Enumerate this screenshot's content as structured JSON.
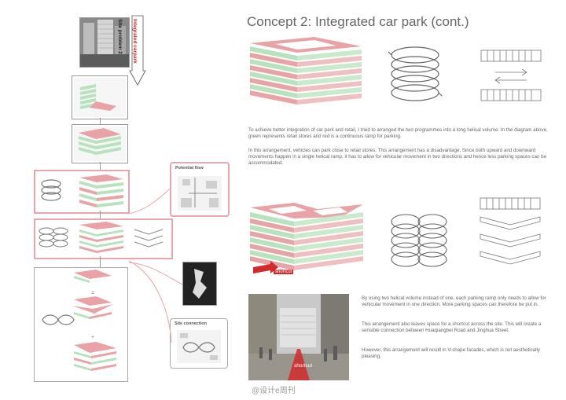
{
  "title": "Concept 2: Integrated car park (cont.)",
  "left_column": {
    "site_label": "Site problem 2",
    "arrow_label": "Integrated carpark",
    "potential_flow_label": "Potential flow",
    "site_connection_label": "Site connection"
  },
  "section1": {
    "p1": "To achieve better integration of car park and retail, I tried to arranged the two programmes into a long helical volume. In the diagram above, green represents retail stores and red is a continuous ramp for parking.",
    "p2": "In this arrangement, vehicles can park close to retail stores. This arrangement has a disadvantage. Since both upward and downward movements happen in a single helical ramp,  it has to allow for vehicular movement in two directions and hence less parking spaces can be accommodated."
  },
  "section2": {
    "shortcut_label": "shortcut",
    "photo_shortcut_label": "shortcut",
    "p1": "By using two helical volume instead of one, each parking ramp only needs to allow for vehicular movement in one direction. More parking spaces can therefore be put in.",
    "p2": "This arrangement also leaves space for a shortcut across the site. This will create a sensible connection between Huaqiangbei Road and Jinghua Street.",
    "p3": "However, this arrangement will result in V-shape facades, which is not aesthetically pleasing."
  },
  "watermark": "@设计e周刊",
  "colors": {
    "retail_green": "#b7e2bd",
    "ramp_red": "#e9a3a7",
    "frame_pink": "#e7a6a9",
    "arrow_red": "#d12b2b"
  }
}
